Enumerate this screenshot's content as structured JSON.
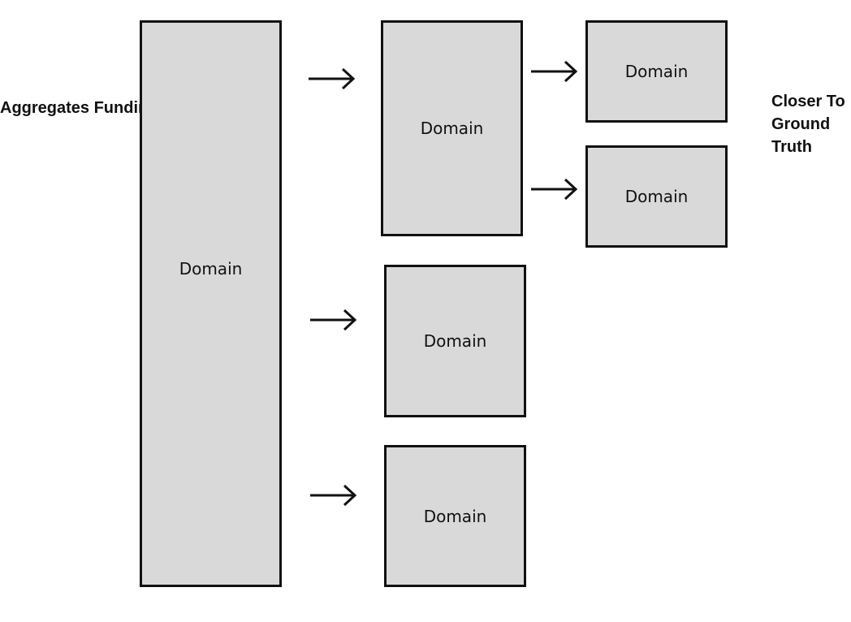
{
  "labels": {
    "left": "Aggregates Funding",
    "right": "Closer To Ground Truth"
  },
  "boxes": {
    "main": "Domain",
    "mid_1": "Domain",
    "mid_2": "Domain",
    "mid_3": "Domain",
    "right_1": "Domain",
    "right_2": "Domain"
  },
  "colors": {
    "box_fill": "#d9d9d9",
    "stroke": "#111111",
    "background": "#ffffff"
  },
  "icons": [
    "right-arrow-icon"
  ]
}
